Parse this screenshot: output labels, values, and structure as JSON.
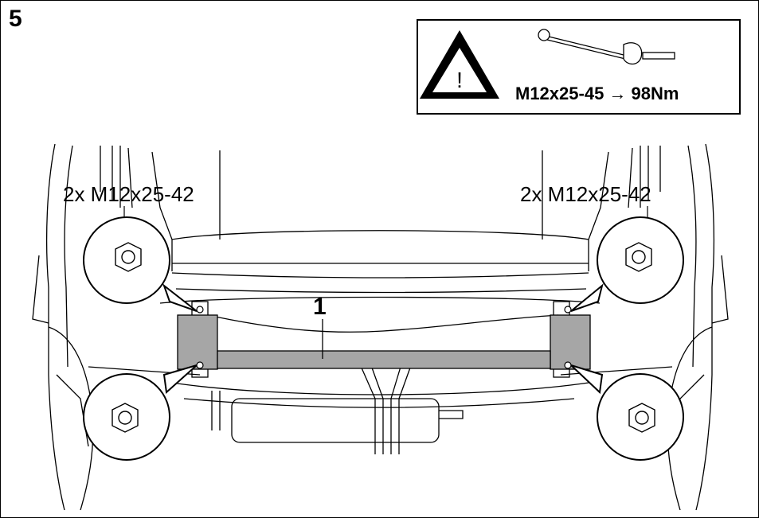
{
  "step": {
    "number": "5"
  },
  "torque_panel": {
    "icon": "warning-triangle-icon",
    "tool_icon": "torque-wrench-icon",
    "spec": "M12x25-45 → 98Nm"
  },
  "labels": {
    "left_bolts": "2x M12x25-42",
    "right_bolts": "2x M12x25-42",
    "part_number": "1"
  },
  "colors": {
    "crossbar": "#a6a6a6",
    "line": "#000000"
  }
}
